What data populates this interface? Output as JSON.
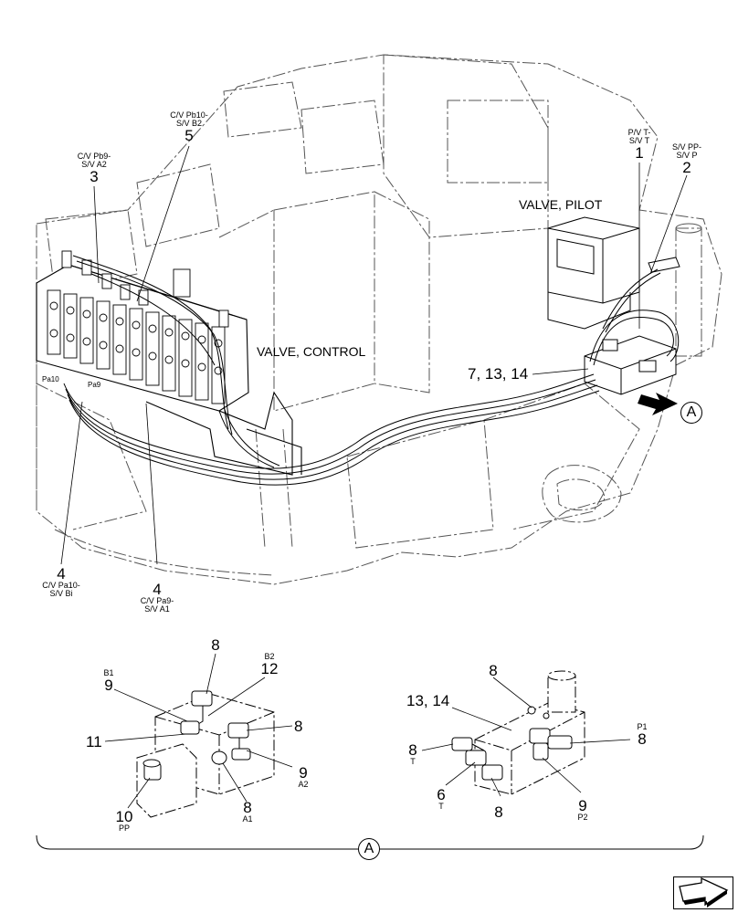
{
  "titles": {
    "valve_pilot": "VALVE, PILOT",
    "valve_control": "VALVE, CONTROL"
  },
  "circle_label": "A",
  "main_callouts": [
    {
      "id": "c5",
      "desc": [
        "C/V Pb10-",
        "S/V B2"
      ],
      "num": "5"
    },
    {
      "id": "c3",
      "desc": [
        "C/V Pb9-",
        "S/V A2"
      ],
      "num": "3"
    },
    {
      "id": "c1",
      "desc": [
        "P/V T-",
        "S/V T"
      ],
      "num": "1"
    },
    {
      "id": "c2",
      "desc": [
        "S/V PP-",
        "S/V P"
      ],
      "num": "2"
    },
    {
      "id": "c7",
      "num": "7, 13, 14"
    },
    {
      "id": "c4a",
      "num": "4",
      "desc": [
        "C/V Pa10-",
        "S/V Bi"
      ]
    },
    {
      "id": "c4b",
      "num": "4",
      "desc": [
        "C/V Pa9-",
        "S/V A1"
      ]
    }
  ],
  "small_labels": {
    "pa10": "Pa10",
    "pa9": "Pa9"
  },
  "detail_left": [
    {
      "id": "dl8top",
      "num": "8"
    },
    {
      "id": "dl9",
      "num": "9",
      "sub": "B1"
    },
    {
      "id": "dl12",
      "num": "12",
      "sub": "B2"
    },
    {
      "id": "dl11",
      "num": "11"
    },
    {
      "id": "dl8r",
      "num": "8"
    },
    {
      "id": "dl9r",
      "num": "9",
      "sub": "A2"
    },
    {
      "id": "dl8b",
      "num": "8",
      "sub": "A1"
    },
    {
      "id": "dl10",
      "num": "10",
      "sub": "PP"
    }
  ],
  "detail_right": [
    {
      "id": "dr8top",
      "num": "8"
    },
    {
      "id": "dr1314",
      "num": "13, 14"
    },
    {
      "id": "dr8p1",
      "num": "8",
      "sub": "P1"
    },
    {
      "id": "dr8t",
      "num": "8",
      "sub": "T"
    },
    {
      "id": "dr6",
      "num": "6",
      "sub": "T"
    },
    {
      "id": "dr8b",
      "num": "8"
    },
    {
      "id": "dr9",
      "num": "9",
      "sub": "P2"
    }
  ],
  "nav_icon": "next-page-arrow-icon"
}
